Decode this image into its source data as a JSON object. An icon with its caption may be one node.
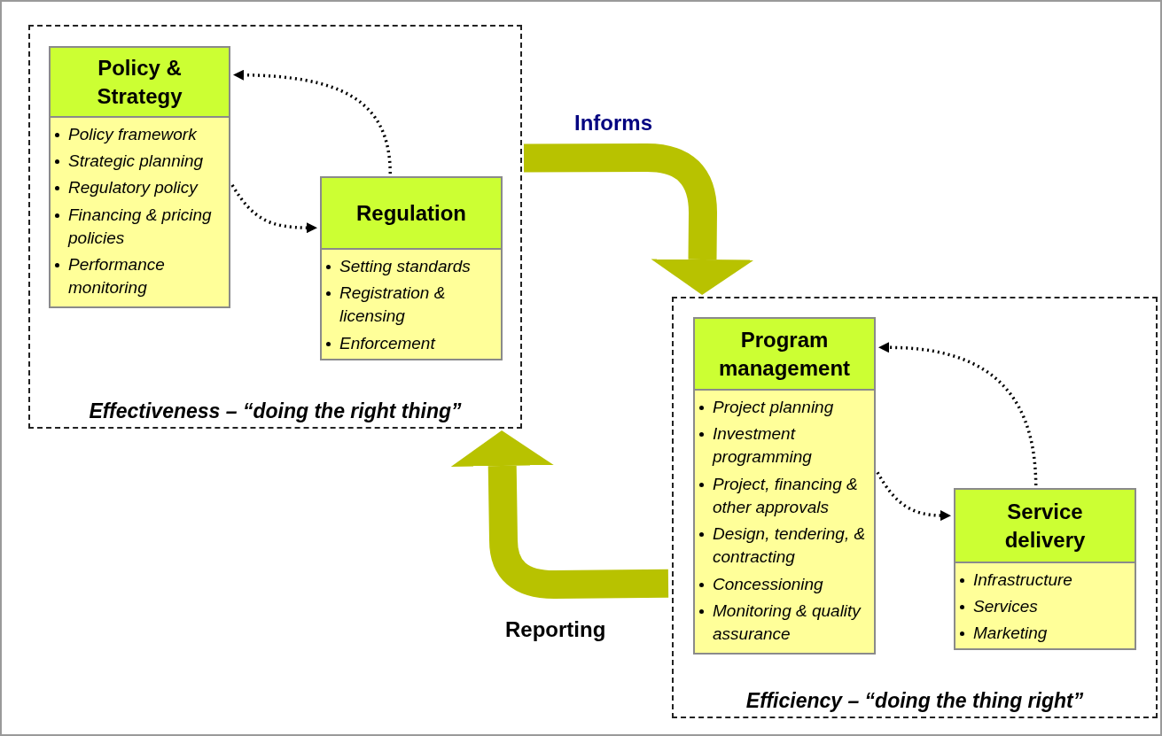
{
  "diagram": {
    "nodes": [
      {
        "text": [
          "Effectiveness – “doing the right thing”"
        ]
      },
      {
        "text": [
          "Policy & Strategy",
          "Policy framework",
          "Strategic planning",
          "Regulatory policy",
          "Financing & pricing policies",
          "Performance monitoring"
        ],
        "in": 0
      },
      {
        "text": [
          "Regulation",
          "Setting standards",
          "Registration & licensing",
          "Enforcement"
        ],
        "in": 0
      },
      {
        "text": [
          "Efficiency – “doing the thing right”"
        ]
      },
      {
        "text": [
          "Program management",
          "Project planning",
          "Investment programming",
          "Project, financing & other approvals",
          "Design, tendering, & contracting",
          "Concessioning",
          "Monitoring & quality assurance"
        ],
        "in": 3
      },
      {
        "text": [
          "Service delivery",
          "Infrastructure",
          "Services",
          "Marketing"
        ],
        "in": 3
      }
    ],
    "edges": [
      {
        "from": 2,
        "to": 1,
        "arrow": "to",
        "style": "dashed"
      },
      {
        "from": 1,
        "to": 2,
        "arrow": "to",
        "style": "dashed"
      },
      {
        "from": 5,
        "to": 4,
        "arrow": "to",
        "style": "dashed"
      },
      {
        "from": 4,
        "to": 5,
        "arrow": "to",
        "style": "dashed"
      },
      {
        "from": 0,
        "to": 3,
        "arrow": "to",
        "label": "Informs",
        "style": "thick",
        "color": "#b8c200"
      },
      {
        "from": 3,
        "to": 0,
        "arrow": "to",
        "label": "Reporting",
        "style": "thick",
        "color": "#b8c200"
      }
    ]
  }
}
